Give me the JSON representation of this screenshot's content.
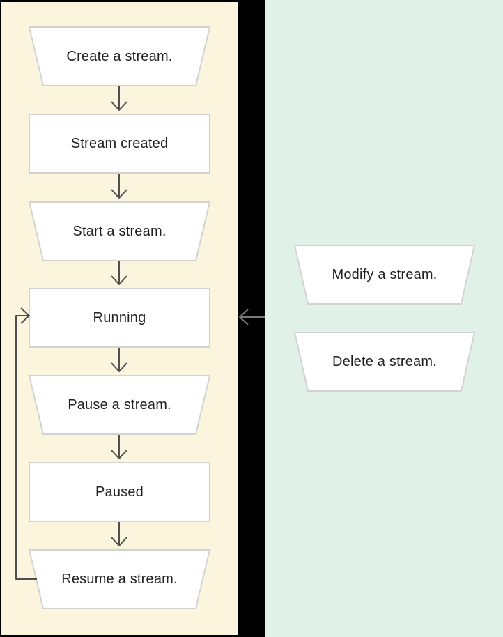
{
  "colors": {
    "canvas_bg": "#000000",
    "left_panel_bg": "#fcf5dd",
    "right_panel_bg": "#e0f1e8",
    "node_fill": "#ffffff",
    "node_border": "#d2d2d2",
    "arrow": "#4f4f4f",
    "arrow_on_black": "#7a7a7a",
    "text": "#212121"
  },
  "diagram": {
    "left_panel": {
      "nodes": [
        {
          "label": "Create a stream.",
          "shape": "trapezoid"
        },
        {
          "label": "Stream created",
          "shape": "rectangle"
        },
        {
          "label": "Start a stream.",
          "shape": "trapezoid"
        },
        {
          "label": "Running",
          "shape": "rectangle"
        },
        {
          "label": "Pause a stream.",
          "shape": "trapezoid"
        },
        {
          "label": "Paused",
          "shape": "rectangle"
        },
        {
          "label": "Resume a stream.",
          "shape": "trapezoid"
        }
      ]
    },
    "right_panel": {
      "nodes": [
        {
          "label": "Modify a stream.",
          "shape": "trapezoid"
        },
        {
          "label": "Delete a stream.",
          "shape": "trapezoid"
        }
      ]
    },
    "connectors": [
      {
        "from": "Create a stream.",
        "to": "Stream created",
        "type": "arrow-down"
      },
      {
        "from": "Stream created",
        "to": "Start a stream.",
        "type": "arrow-down"
      },
      {
        "from": "Start a stream.",
        "to": "Running",
        "type": "arrow-down"
      },
      {
        "from": "Running",
        "to": "Pause a stream.",
        "type": "arrow-down"
      },
      {
        "from": "Pause a stream.",
        "to": "Paused",
        "type": "arrow-down"
      },
      {
        "from": "Paused",
        "to": "Resume a stream.",
        "type": "arrow-down"
      },
      {
        "from": "Resume a stream.",
        "to": "Running",
        "type": "loop-back-left-side"
      },
      {
        "from": "right-panel-actions",
        "to": "Running",
        "type": "arrow-left-across-gap"
      }
    ]
  }
}
